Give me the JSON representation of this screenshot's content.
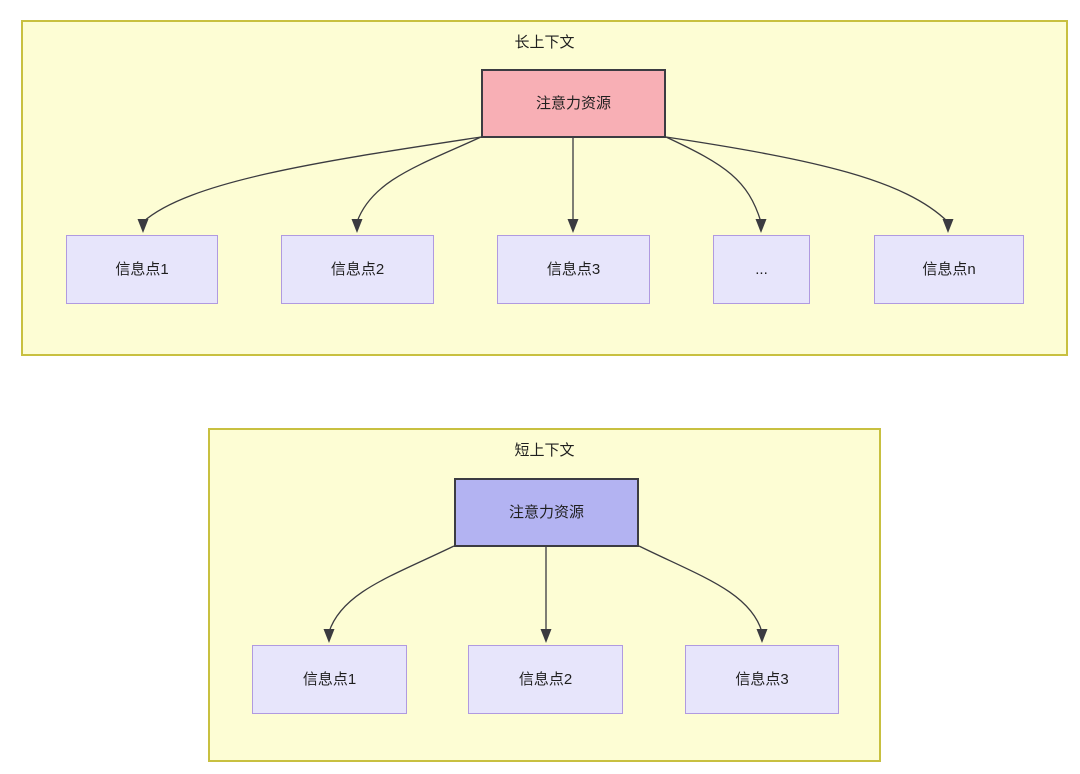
{
  "diagrams": [
    {
      "id": "long-context",
      "title": "长上下文",
      "attention_node": {
        "label": "注意力资源",
        "fill": "#f8afb5",
        "stroke": "#3c3c42"
      },
      "info_nodes": [
        {
          "label": "信息点1"
        },
        {
          "label": "信息点2"
        },
        {
          "label": "信息点3"
        },
        {
          "label": "..."
        },
        {
          "label": "信息点n"
        }
      ],
      "panel_fill": "#fdfdd4",
      "panel_stroke": "#c8c040",
      "info_fill": "#e7e5fb",
      "info_stroke": "#b09ae0",
      "edge_color": "#3b3b40",
      "edge_count": 5
    },
    {
      "id": "short-context",
      "title": "短上下文",
      "attention_node": {
        "label": "注意力资源",
        "fill": "#b3b3f2",
        "stroke": "#3c3c42"
      },
      "info_nodes": [
        {
          "label": "信息点1"
        },
        {
          "label": "信息点2"
        },
        {
          "label": "信息点3"
        }
      ],
      "panel_fill": "#fdfdd4",
      "panel_stroke": "#c8c040",
      "info_fill": "#e7e5fb",
      "info_stroke": "#b09ae0",
      "edge_color": "#3b3b40",
      "edge_count": 3
    }
  ]
}
